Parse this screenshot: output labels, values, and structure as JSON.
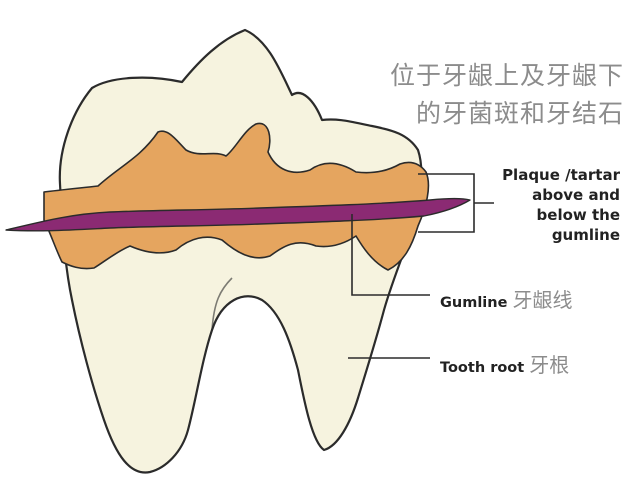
{
  "title": {
    "line1": "位于牙龈上及牙龈下",
    "line2": "的牙菌斑和牙结石"
  },
  "labels": {
    "plaque_line1": "Plaque /tartar",
    "plaque_line2": "above and",
    "plaque_line3": "below the",
    "plaque_line4": "gumline",
    "gumline_en": "Gumline",
    "gumline_cn": "牙龈线",
    "root_en": "Tooth root",
    "root_cn": "牙根"
  },
  "colors": {
    "tooth": "#f6f3df",
    "plaque": "#e5a55f",
    "gumline": "#8b2a73",
    "outline": "#2b2b2b",
    "caption": "#8c8c8c"
  }
}
